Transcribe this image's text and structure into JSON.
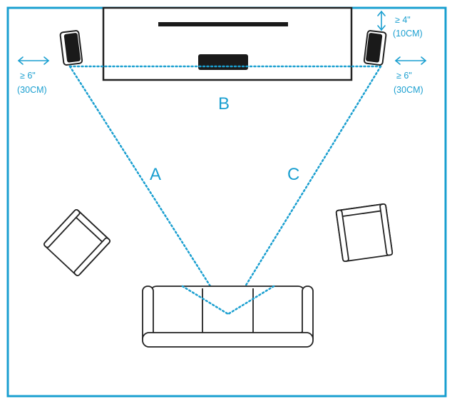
{
  "colors": {
    "accent": "#1a9fd0",
    "line": "#222222",
    "room_border": "#1a9fd0"
  },
  "labels": {
    "a": "A",
    "b": "B",
    "c": "C"
  },
  "clearances": {
    "left_side": {
      "value": "≥ 6\"",
      "metric": "(30CM)"
    },
    "right_side": {
      "value": "≥ 6\"",
      "metric": "(30CM)"
    },
    "top": {
      "value": "≥ 4\"",
      "metric": "(10CM)"
    }
  },
  "icons": {
    "horizontal_arrow": "double-arrow-horizontal",
    "vertical_arrow": "double-arrow-vertical"
  }
}
